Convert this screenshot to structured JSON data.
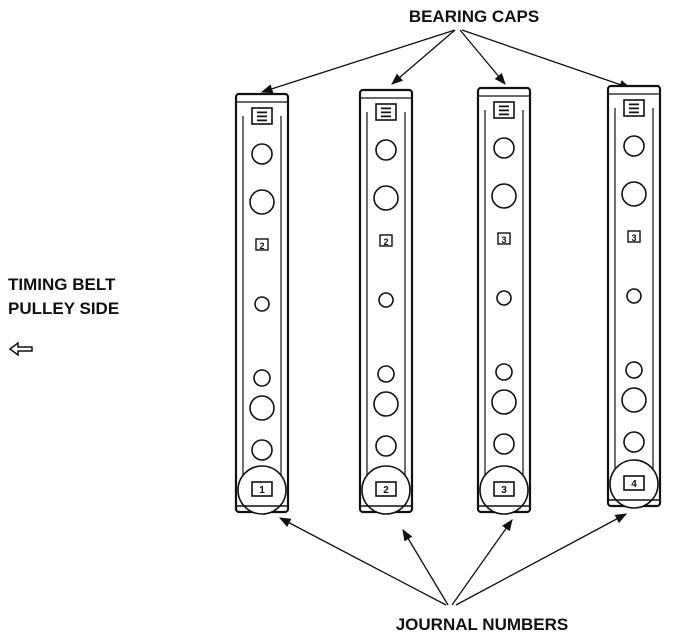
{
  "labels": {
    "bearing_caps": "BEARING CAPS",
    "timing_belt_line1": "TIMING BELT",
    "timing_belt_line2": "PULLEY SIDE",
    "journal_numbers": "JOURNAL NUMBERS"
  },
  "direction_arrow_icon": "left-arrow-icon",
  "caps": [
    {
      "id": "cap-1",
      "top_mark": "☰",
      "mid_mark": "2",
      "journal_mark": "1"
    },
    {
      "id": "cap-2",
      "top_mark": "☰",
      "mid_mark": "2",
      "journal_mark": "2"
    },
    {
      "id": "cap-3",
      "top_mark": "☰",
      "mid_mark": "3",
      "journal_mark": "3"
    },
    {
      "id": "cap-4",
      "top_mark": "☰",
      "mid_mark": "3",
      "journal_mark": "4"
    }
  ],
  "colors": {
    "ink": "#111111",
    "background": "#ffffff"
  }
}
